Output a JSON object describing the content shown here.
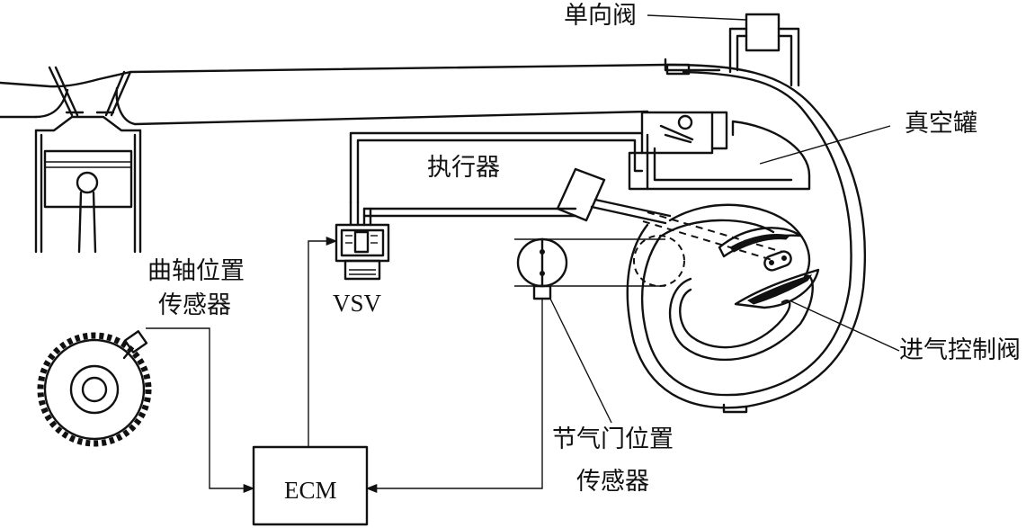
{
  "labels": {
    "check_valve": "单向阀",
    "vacuum_tank": "真空罐",
    "actuator": "执行器",
    "crank_sensor_line1": "曲轴位置",
    "crank_sensor_line2": "传感器",
    "vsv": "VSV",
    "intake_control_valve": "进气控制阀",
    "throttle_sensor_line1": "节气门位置",
    "throttle_sensor_line2": "传感器",
    "ecm": "ECM"
  },
  "colors": {
    "line": "#111111",
    "background": "#ffffff"
  }
}
